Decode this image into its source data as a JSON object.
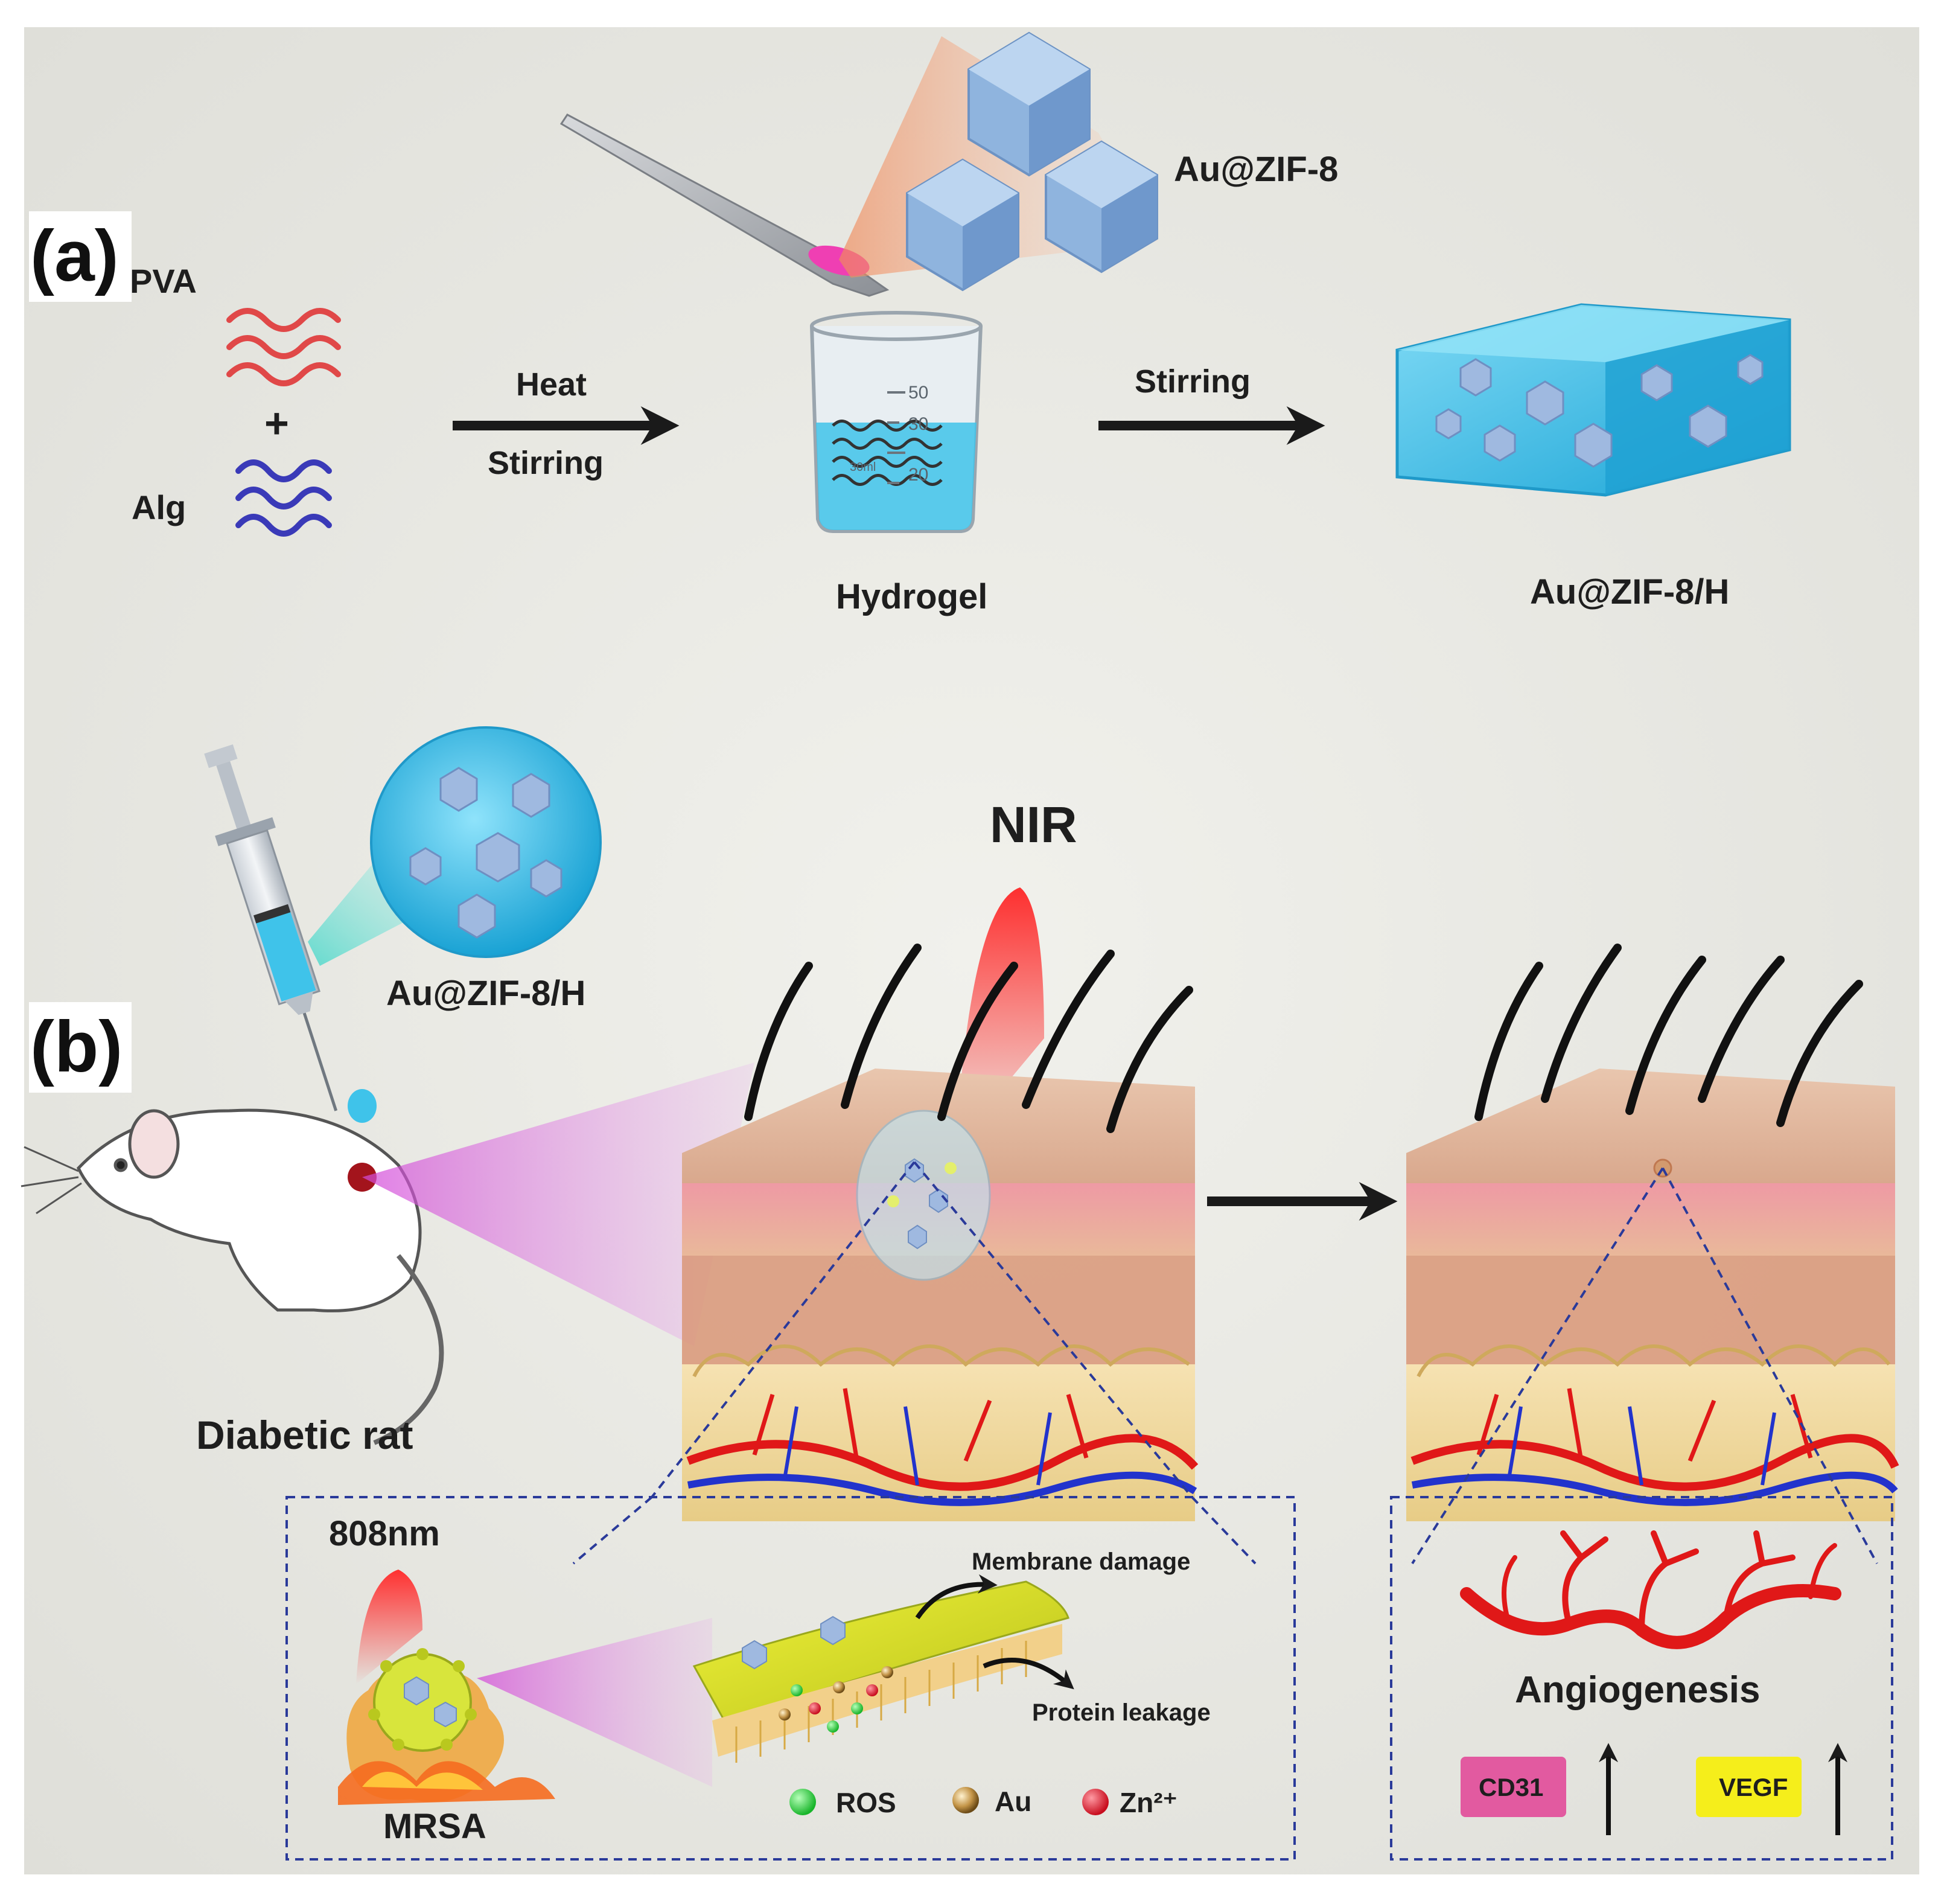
{
  "panels": {
    "a": {
      "label": "(a)",
      "reagent_1": "PVA",
      "plus": "+",
      "reagent_2": "Alg",
      "step1_top": "Heat",
      "step1_bottom": "Stirring",
      "beaker_label": "Hydrogel",
      "beaker_ticks": [
        "50",
        "30",
        "20"
      ],
      "beaker_mark": "30ml",
      "nanoparticle_label": "Au@ZIF-8",
      "step2_top": "Stirring",
      "product_label": "Au@ZIF-8/H"
    },
    "b": {
      "label": "(b)",
      "syringe_label": "Au@ZIF-8/H",
      "animal_label": "Diabetic rat",
      "light_label": "NIR",
      "inset_left": {
        "laser_label": "808nm",
        "bacteria_label": "MRSA",
        "effect_1": "Membrane damage",
        "effect_2": "Protein leakage",
        "legend": [
          {
            "name": "ROS",
            "color": "#2fd13a"
          },
          {
            "name": "Au",
            "color": "#b88a3e"
          },
          {
            "name": "Zn²⁺",
            "color": "#e0182a"
          }
        ]
      },
      "inset_right": {
        "title": "Angiogenesis",
        "marker_1": "CD31",
        "marker_1_color": "#e25aa0",
        "marker_2": "VEGF",
        "marker_2_color": "#f5ee1b"
      }
    }
  },
  "colors": {
    "background": "#e9e9e4",
    "hydrogel": "#3fc3ea",
    "crystal": "#8fb4de",
    "pva": "#e04848",
    "alg": "#3a3ab8",
    "nir": "#ff2a2a",
    "vessel_red": "#e01818",
    "vessel_blue": "#2233cc"
  }
}
